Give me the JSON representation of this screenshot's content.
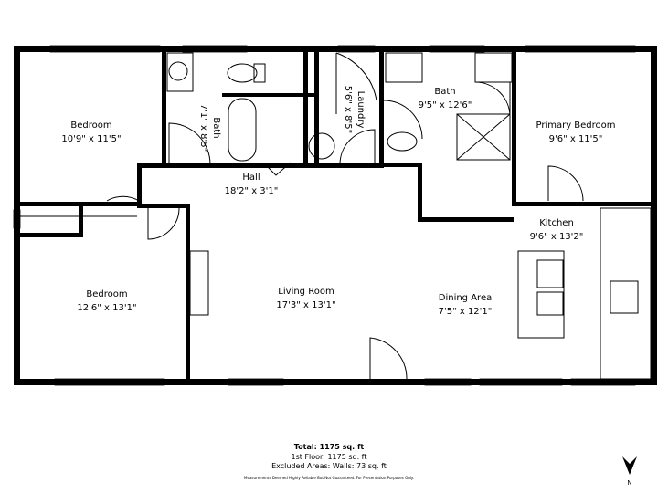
{
  "rooms": [
    {
      "name": "Bedroom",
      "size": "10'9\" x 11'5\""
    },
    {
      "name": "Bath",
      "size": "7'1\" x 8'5\""
    },
    {
      "name": "Laundry",
      "size": "5'6\" x 8'5\""
    },
    {
      "name": "Bath",
      "size": "9'5\" x 12'6\""
    },
    {
      "name": "Primary Bedroom",
      "size": "9'6\" x 11'5\""
    },
    {
      "name": "Hall",
      "size": "18'2\" x 3'1\""
    },
    {
      "name": "Kitchen",
      "size": "9'6\" x 13'2\""
    },
    {
      "name": "Bedroom",
      "size": "12'6\" x 13'1\""
    },
    {
      "name": "Living Room",
      "size": "17'3\" x 13'1\""
    },
    {
      "name": "Dining Area",
      "size": "7'5\" x 12'1\""
    }
  ],
  "summary": {
    "total": "Total: 1175 sq. ft",
    "floor": "1st Floor: 1175 sq. ft",
    "excluded": "Excluded Areas: Walls: 73 sq. ft",
    "disclaimer": "Measurements Deemed Highly Reliable But Not Guaranteed. For Presentation Purposes Only."
  },
  "compass": {
    "label": "N",
    "icon": "north-arrow-icon"
  }
}
